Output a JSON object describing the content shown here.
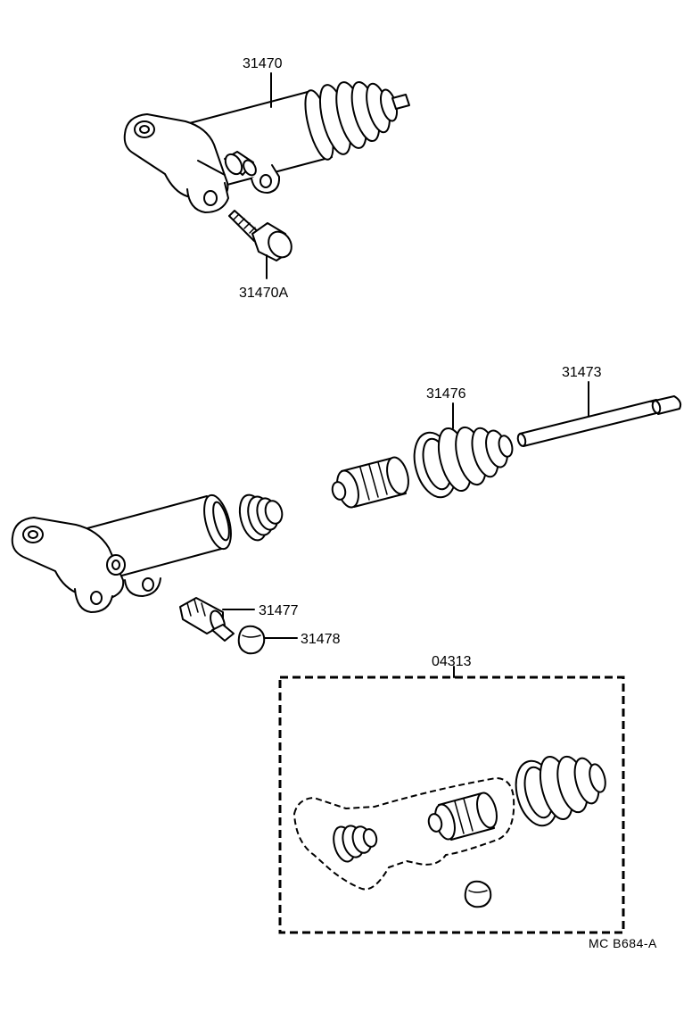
{
  "diagram_code": "MC  B684-A",
  "labels": {
    "assembly": "31470",
    "bleeder_bolt": "31470A",
    "push_rod": "31473",
    "boot": "31476",
    "bleeder_plug": "31477",
    "bleeder_cap": "31478",
    "repair_kit": "04313"
  },
  "icons": [
    "slave-cylinder-assembly",
    "bleeder-bolt",
    "cylinder-body",
    "spring",
    "piston",
    "boot",
    "push-rod",
    "bleeder-plug",
    "bleeder-cap",
    "repair-kit"
  ]
}
